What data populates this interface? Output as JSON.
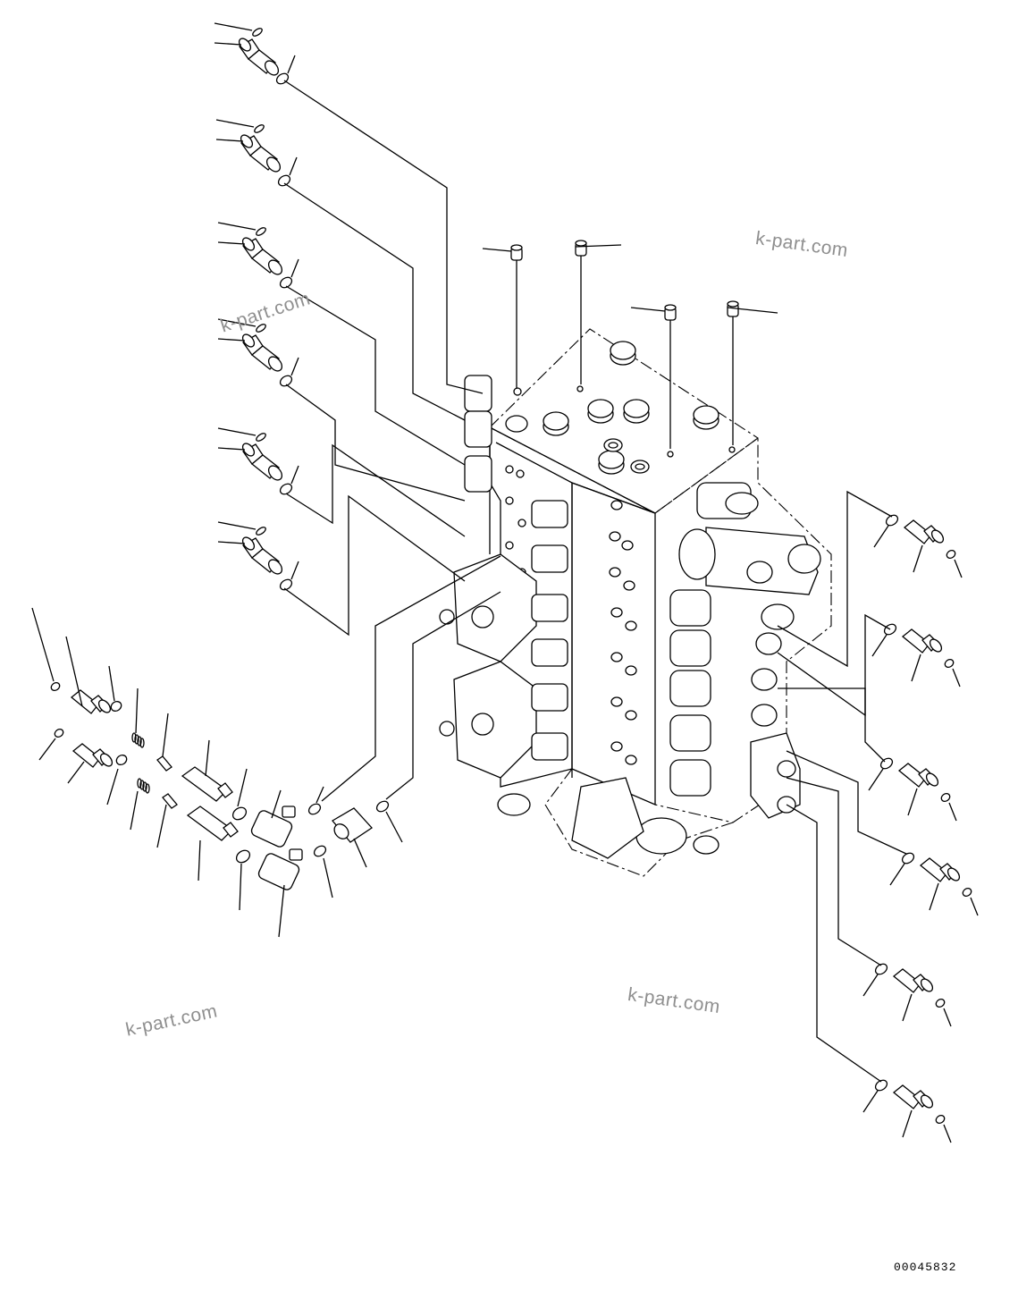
{
  "drawing": {
    "document_number": "00045832",
    "watermarks": [
      "k-part.com",
      "k-part.com",
      "k-part.com",
      "k-part.com"
    ]
  },
  "colors": {
    "line": "#000000",
    "watermark": "#8f8f8f",
    "background": "#ffffff"
  },
  "parts": {
    "left_column_elbow_fittings": 6,
    "top_caps": 4,
    "right_column_fittings": 6
  }
}
